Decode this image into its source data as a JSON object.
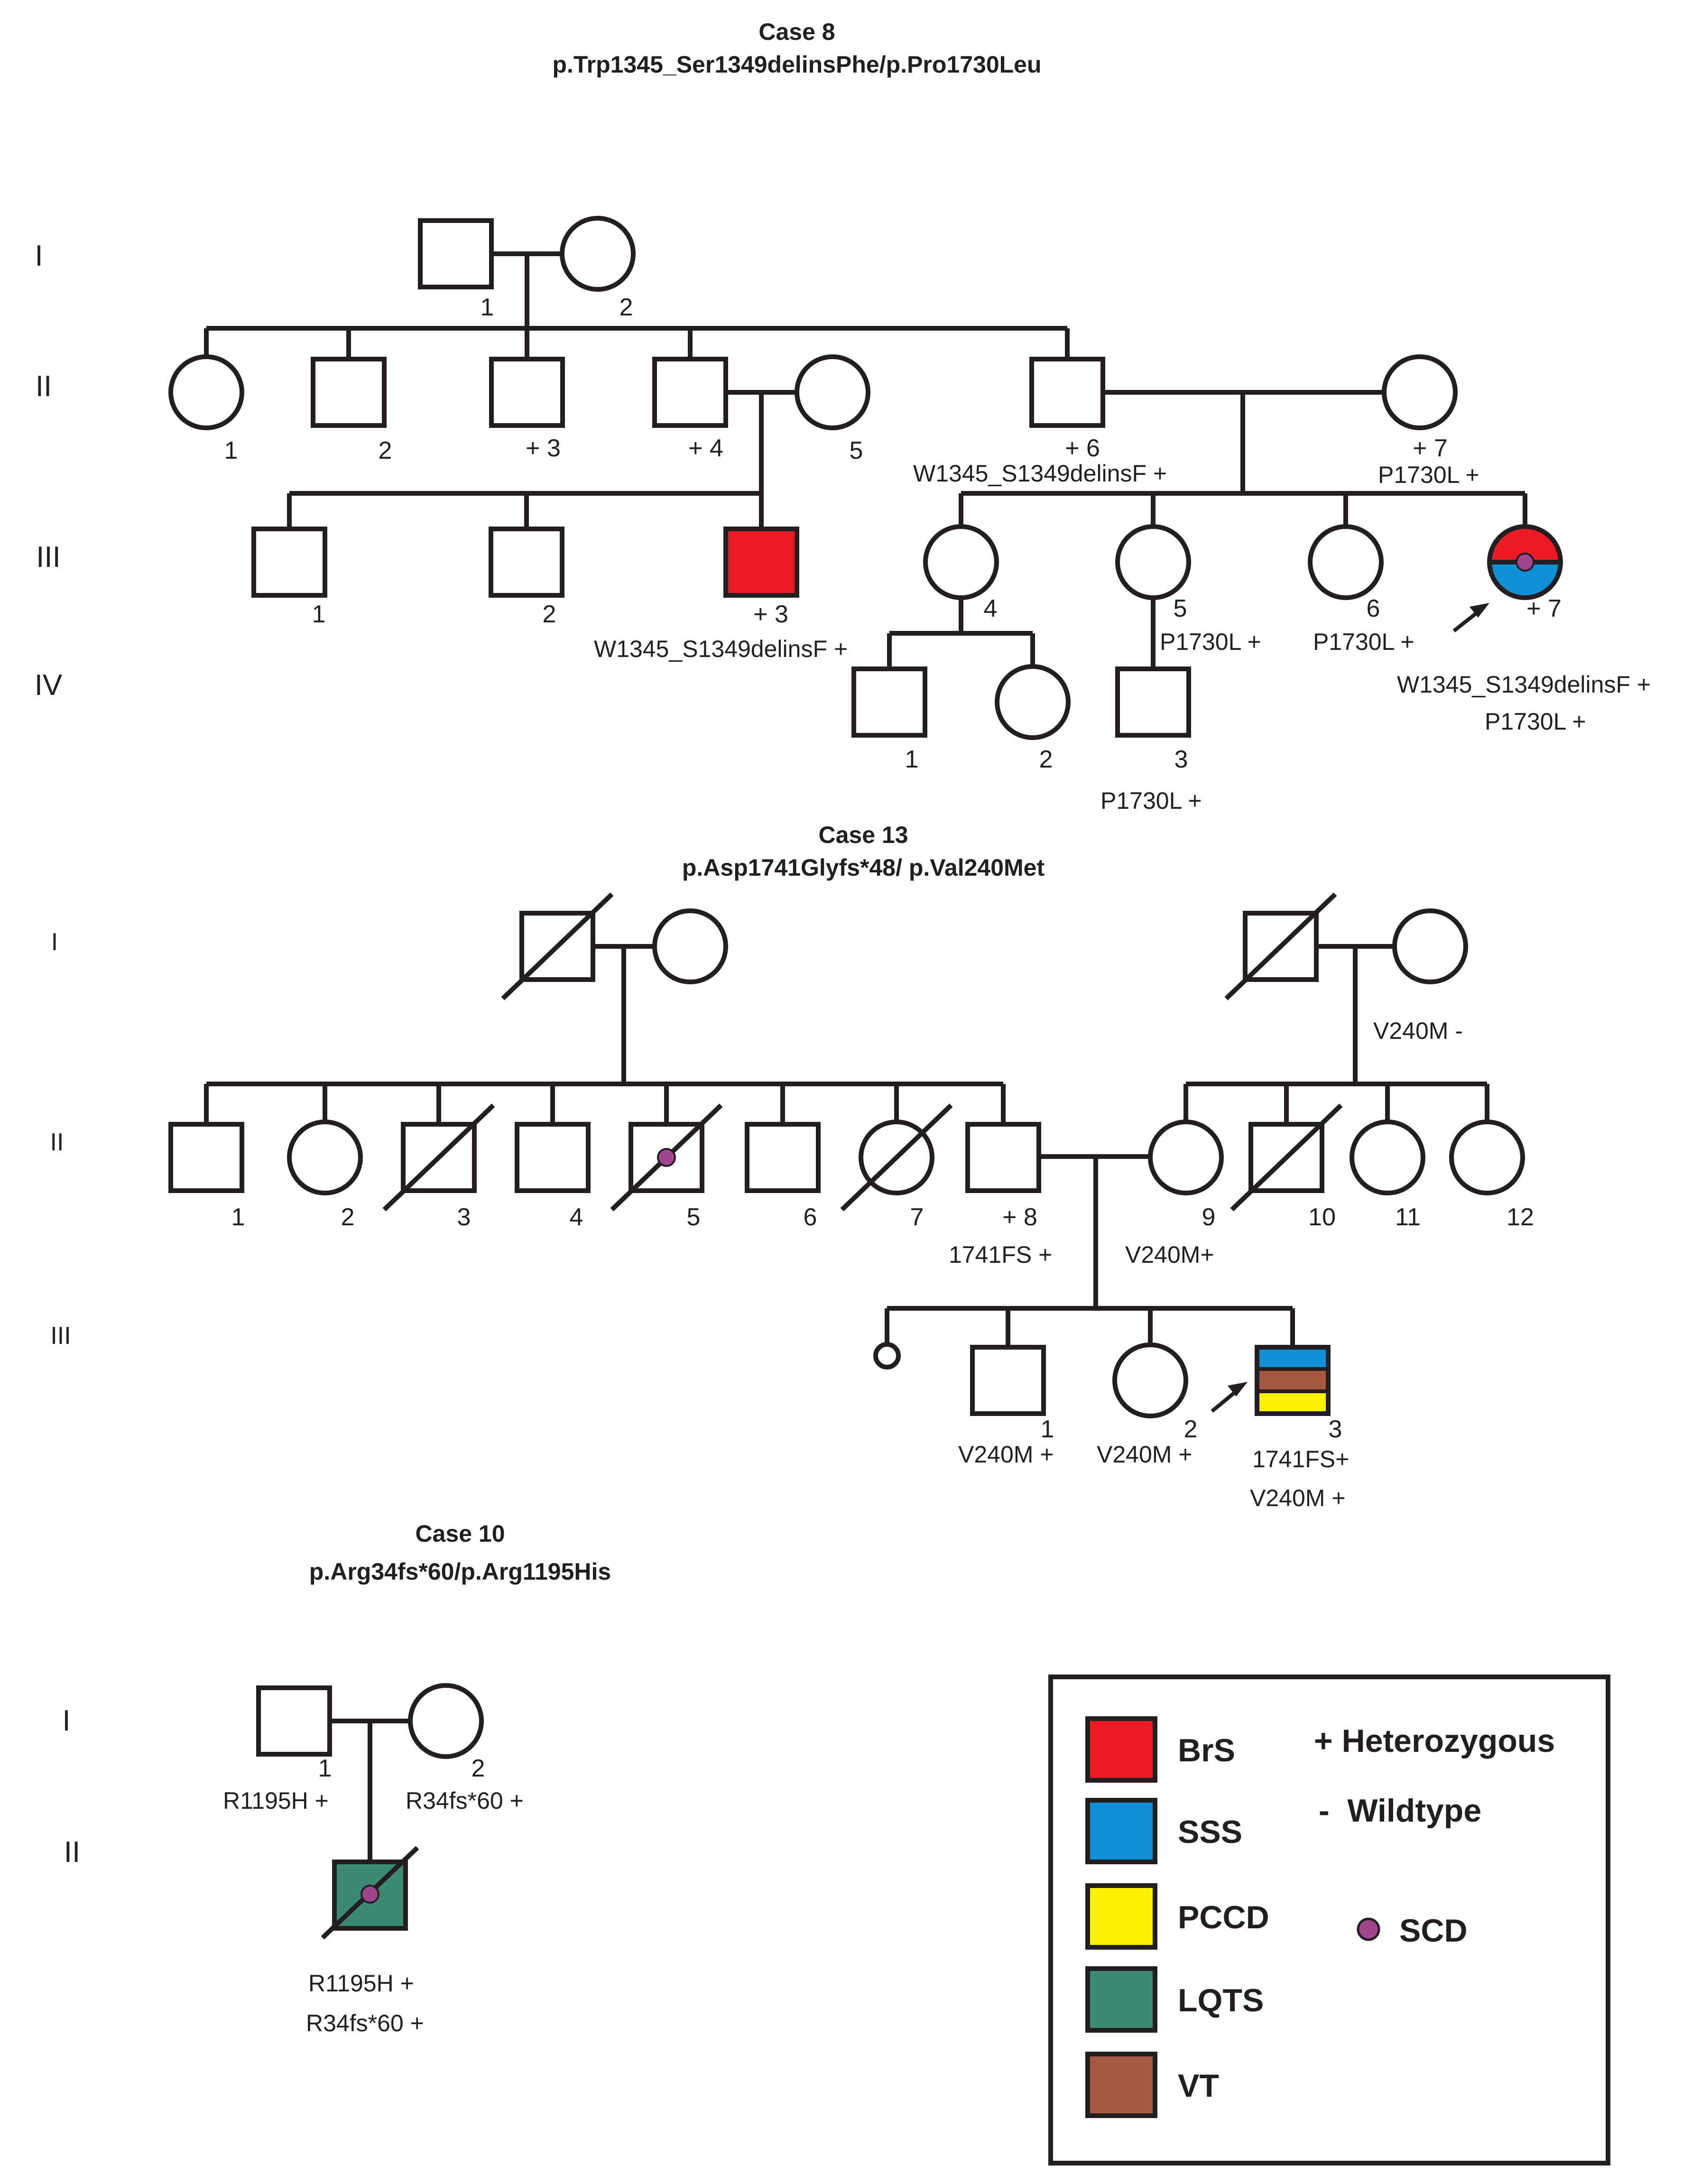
{
  "colors": {
    "line": "#231f20",
    "BrS": "#ed1c24",
    "SSS": "#0f8fd6",
    "PCCD": "#fff200",
    "LQTS": "#3b8a74",
    "VT": "#a65a41",
    "SCD": "#a0468f"
  },
  "case8": {
    "title": "Case 8",
    "variant": "p.Trp1345_Ser1349delinsPhe/p.Pro1730Leu",
    "gen_labels": [
      "I",
      "II",
      "III",
      "IV"
    ],
    "labels": {
      "I1": "1",
      "I2": "2",
      "II1": "1",
      "II2": "2",
      "II3": "+ 3",
      "II4": "+ 4",
      "II5": "5",
      "II6": "+ 6",
      "II7": "+ 7",
      "III1": "1",
      "III2": "2",
      "III3": "+ 3",
      "III4": "4",
      "III5": "5",
      "III6": "6",
      "III7": "+ 7",
      "IV1": "1",
      "IV2": "2",
      "IV3": "3"
    },
    "genotypes": {
      "II6": "W1345_S1349delinsF +",
      "II7": "P1730L +",
      "III3": "W1345_S1349delinsF +",
      "III5": "P1730L +",
      "III6": "P1730L +",
      "III7a": "W1345_S1349delinsF +",
      "III7b": "P1730L +",
      "IV3": "P1730L +"
    }
  },
  "case13": {
    "title": "Case 13",
    "variant": "p.Asp1741Glyfs*48/ p.Val240Met",
    "gen_labels": [
      "I",
      "II",
      "III"
    ],
    "labels": {
      "II1": "1",
      "II2": "2",
      "II3": "3",
      "II4": "4",
      "II5": "5",
      "II6": "6",
      "II7": "7",
      "II8": "+ 8",
      "II9": "9",
      "II10": "10",
      "II11": "11",
      "II12": "12",
      "III1": "1",
      "III2": "2",
      "III3": "3"
    },
    "genotypes": {
      "I4": "V240M -",
      "II8": "1741FS +",
      "II9": "V240M+",
      "III1": "V240M +",
      "III2": "V240M +",
      "III3a": "1741FS+",
      "III3b": "V240M +"
    }
  },
  "case10": {
    "title": "Case 10",
    "variant": "p.Arg34fs*60/p.Arg1195His",
    "gen_labels": [
      "I",
      "II"
    ],
    "labels": {
      "I1": "1",
      "I2": "2"
    },
    "genotypes": {
      "I1": "R1195H +",
      "I2": "R34fs*60 +",
      "II1a": "R1195H +",
      "II1b": "R34fs*60 +"
    }
  },
  "legend": {
    "items": [
      {
        "label": "BrS",
        "color": "#ed1c24"
      },
      {
        "label": "SSS",
        "color": "#0f8fd6"
      },
      {
        "label": "PCCD",
        "color": "#fff200"
      },
      {
        "label": "LQTS",
        "color": "#3b8a74"
      },
      {
        "label": "VT",
        "color": "#a65a41"
      }
    ],
    "heterozygous": "+ Heterozygous",
    "wildtype": "-  Wildtype",
    "scd": "SCD"
  }
}
